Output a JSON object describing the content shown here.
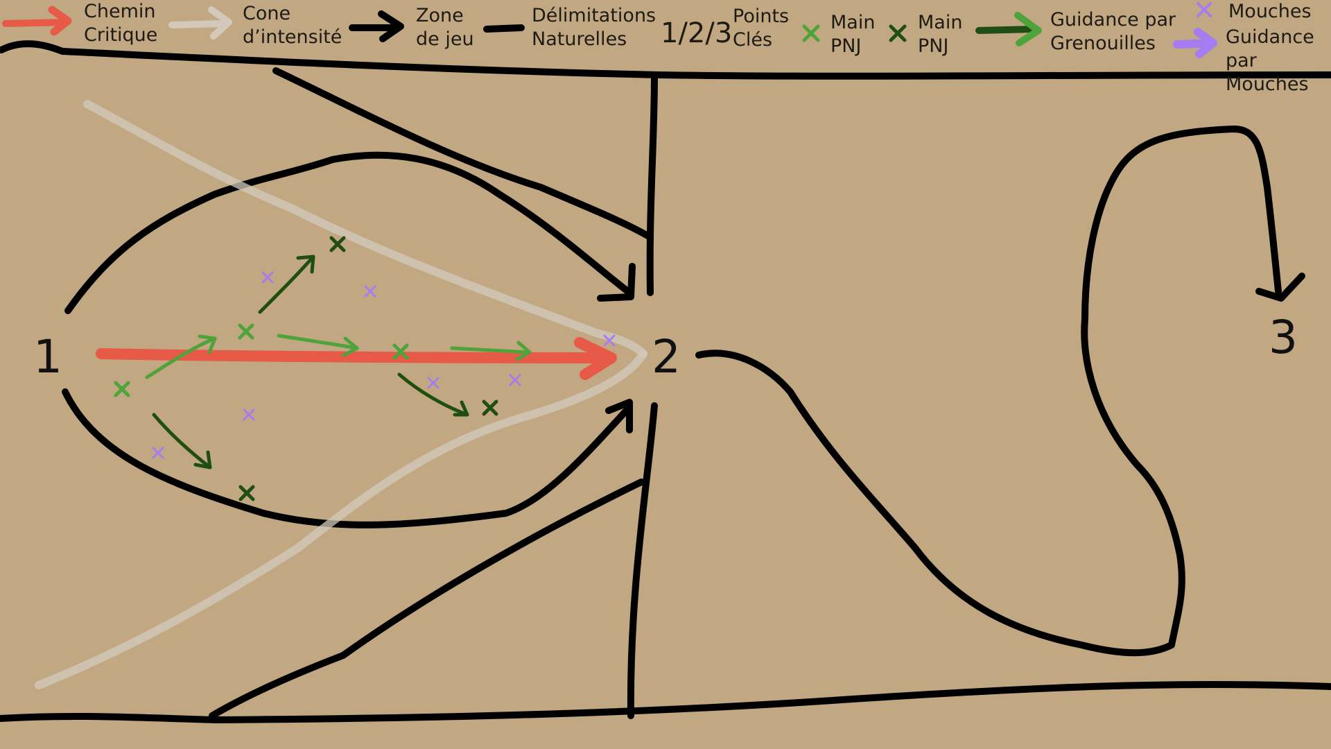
{
  "legend": {
    "critical_path": "Chemin\nCritique",
    "intensity_cone": "Cone\nd’intensité",
    "play_zone": "Zone\nde jeu",
    "natural_bounds": "Délimitations\nNaturelles",
    "key_points_code": "1/2/3",
    "key_points": "Points\nClés",
    "main_npc_light": "Main\nPNJ",
    "main_npc_dark": "Main\nPNJ",
    "frog_guidance": "Guidance par\nGrenouilles",
    "flies": "Mouches",
    "fly_guidance": "Guidance par\nMouches"
  },
  "points": {
    "p1": "1",
    "p2": "2",
    "p3": "3"
  },
  "colors": {
    "background": "#c1a882",
    "critical_path": "#e65a47",
    "intensity_cone": "#d2c9bb",
    "zone": "#000000",
    "npc_light": "#4fa33a",
    "npc_dark": "#1f4d14",
    "fly": "#a57df0"
  }
}
